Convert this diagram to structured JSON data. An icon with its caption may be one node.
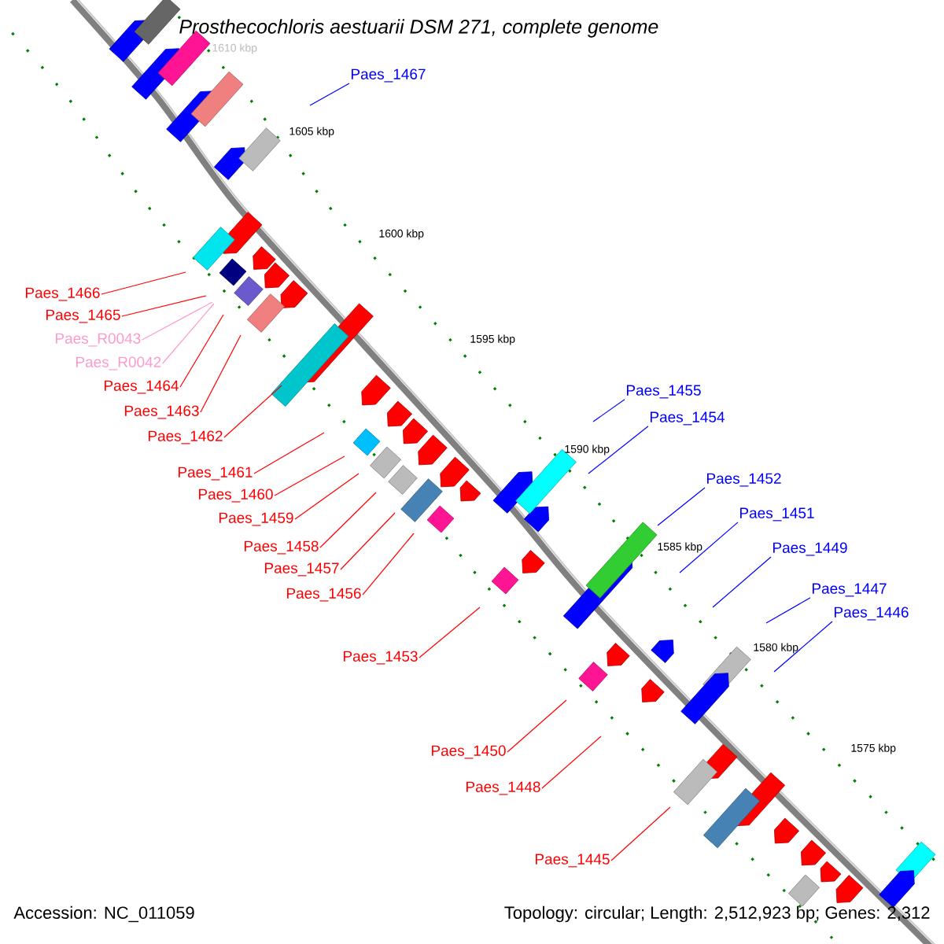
{
  "diagram": {
    "title": "*Prosthecochloris aestuarii DSM 271, complete genome*",
    "nodes": [
      {
        "text": [
          "Paes_1467"
        ]
      },
      {
        "text": [
          "Paes_1466"
        ]
      },
      {
        "text": [
          "Paes_1465"
        ]
      },
      {
        "text": [
          "Paes_R0043"
        ]
      },
      {
        "text": [
          "Paes_R0042"
        ]
      },
      {
        "text": [
          "Paes_1464"
        ]
      },
      {
        "text": [
          "Paes_1455"
        ]
      },
      {
        "text": [
          "Paes_1463"
        ]
      },
      {
        "text": [
          "Paes_1454"
        ]
      },
      {
        "text": [
          "Paes_1462"
        ]
      },
      {
        "text": [
          "Paes_1461"
        ]
      },
      {
        "text": [
          "Paes_1452"
        ]
      },
      {
        "text": [
          "Paes_1460"
        ]
      },
      {
        "text": [
          "Paes_1451"
        ]
      },
      {
        "text": [
          "Paes_1459"
        ]
      },
      {
        "text": [
          "Paes_1458"
        ]
      },
      {
        "text": [
          "Paes_1449"
        ]
      },
      {
        "text": [
          "Paes_1457"
        ]
      },
      {
        "text": [
          "Paes_1447"
        ]
      },
      {
        "text": [
          "Paes_1456"
        ]
      },
      {
        "text": [
          "Paes_1446"
        ]
      },
      {
        "text": [
          "Paes_1453"
        ]
      },
      {
        "text": [
          "Paes_1450"
        ]
      },
      {
        "text": [
          "Paes_1448"
        ]
      },
      {
        "text": [
          "Paes_1445"
        ]
      }
    ],
    "edges": [
      {
        "from": 0,
        "to": null,
        "arrow": "none",
        "color": "#0000ff"
      },
      {
        "from": 1,
        "to": null,
        "arrow": "none"
      },
      {
        "from": 2,
        "to": null,
        "arrow": "none"
      },
      {
        "from": 3,
        "to": null,
        "arrow": "none",
        "color": "#ff99cc"
      },
      {
        "from": 4,
        "to": null,
        "arrow": "none",
        "color": "#ff99cc"
      },
      {
        "from": 5,
        "to": null,
        "arrow": "none"
      },
      {
        "from": 6,
        "to": null,
        "arrow": "none",
        "color": "#0000ff"
      },
      {
        "from": 7,
        "to": null,
        "arrow": "none"
      },
      {
        "from": 8,
        "to": null,
        "arrow": "none",
        "color": "#0000ff"
      },
      {
        "from": 9,
        "to": null,
        "arrow": "none"
      },
      {
        "from": 10,
        "to": null,
        "arrow": "none"
      },
      {
        "from": 11,
        "to": null,
        "arrow": "none",
        "color": "#0000ff"
      },
      {
        "from": 12,
        "to": null,
        "arrow": "none"
      },
      {
        "from": 13,
        "to": null,
        "arrow": "none",
        "color": "#0000ff"
      },
      {
        "from": 14,
        "to": null,
        "arrow": "none"
      },
      {
        "from": 15,
        "to": null,
        "arrow": "none"
      },
      {
        "from": 16,
        "to": null,
        "arrow": "none",
        "color": "#0000ff"
      },
      {
        "from": 17,
        "to": null,
        "arrow": "none"
      },
      {
        "from": 18,
        "to": null,
        "arrow": "none",
        "color": "#0000ff"
      },
      {
        "from": 19,
        "to": null,
        "arrow": "none"
      },
      {
        "from": 20,
        "to": null,
        "arrow": "none",
        "color": "#0000ff"
      },
      {
        "from": 21,
        "to": null,
        "arrow": "none"
      },
      {
        "from": 22,
        "to": null,
        "arrow": "none"
      },
      {
        "from": 23,
        "to": null,
        "arrow": "none"
      },
      {
        "from": 24,
        "to": null,
        "arrow": "none"
      }
    ],
    "labels": [
      "1610 kbp",
      "1605 kbp",
      "1600 kbp",
      "1595 kbp",
      "1590 kbp",
      "1585 kbp",
      "1580 kbp",
      "1575 kbp",
      "Accession: NC_011059",
      "Topology: circular; Length: 2,512,923 bp; Genes: 2,312"
    ]
  }
}
